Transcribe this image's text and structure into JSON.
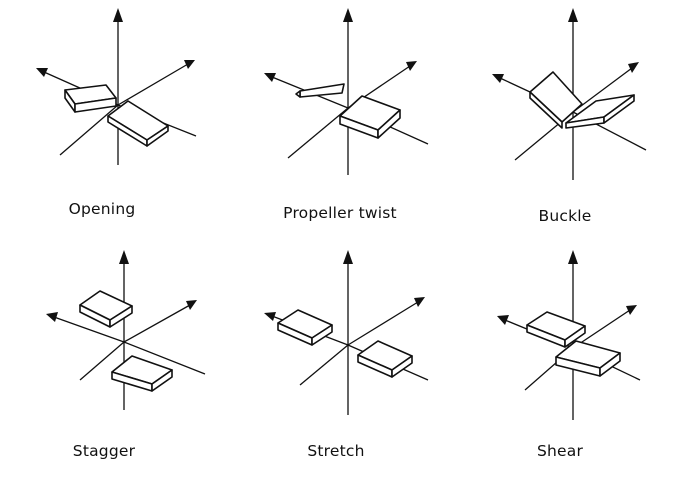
{
  "panels": [
    {
      "id": "opening",
      "caption": "Opening"
    },
    {
      "id": "propeller-twist",
      "caption": "Propeller twist"
    },
    {
      "id": "buckle",
      "caption": "Buckle"
    },
    {
      "id": "stagger",
      "caption": "Stagger"
    },
    {
      "id": "stretch",
      "caption": "Stretch"
    },
    {
      "id": "shear",
      "caption": "Shear"
    }
  ]
}
